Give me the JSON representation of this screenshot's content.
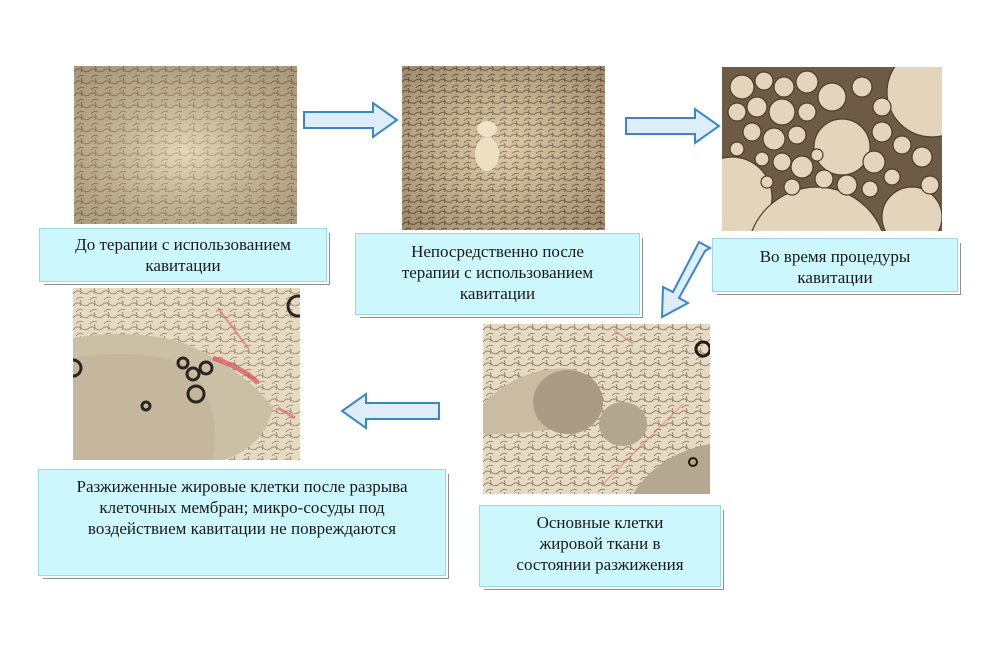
{
  "diagram": {
    "title": "",
    "stages": [
      {
        "id": "before",
        "caption": "До терапии с использованием\nкавитации",
        "image": "adipose-tissue-intact"
      },
      {
        "id": "immediately-after",
        "caption": "Непосредственно после\nтерапии с использованием\nкавитации",
        "image": "adipose-tissue-early-disruption"
      },
      {
        "id": "during",
        "caption": "Во время процедуры\nкавитации",
        "image": "adipose-cells-rounded"
      },
      {
        "id": "liquefying",
        "caption": "Основные клетки\nжировой ткани в\nсостоянии разжижения",
        "image": "adipose-cells-liquefying"
      },
      {
        "id": "liquefied",
        "caption": "Разжиженные жировые клетки после разрыва\nклеточных мембран; микро-сосуды под\nвоздействием кавитации не повреждаются",
        "image": "adipose-cells-liquefied-microvessels"
      }
    ],
    "arrows": [
      {
        "from": "before",
        "to": "immediately-after",
        "direction": "right"
      },
      {
        "from": "immediately-after",
        "to": "during",
        "direction": "right"
      },
      {
        "from": "during",
        "to": "liquefying",
        "direction": "down-left"
      },
      {
        "from": "liquefying",
        "to": "liquefied",
        "direction": "left"
      }
    ],
    "colors": {
      "caption_fill": "#ccf7fd",
      "caption_border": "#9fd6e6",
      "arrow_fill": "#ddeef8",
      "arrow_stroke": "#3a86c8",
      "tissue_base": "#d8c7a6",
      "tissue_line": "#5a4a36",
      "vessel_red": "#d9555e"
    }
  }
}
